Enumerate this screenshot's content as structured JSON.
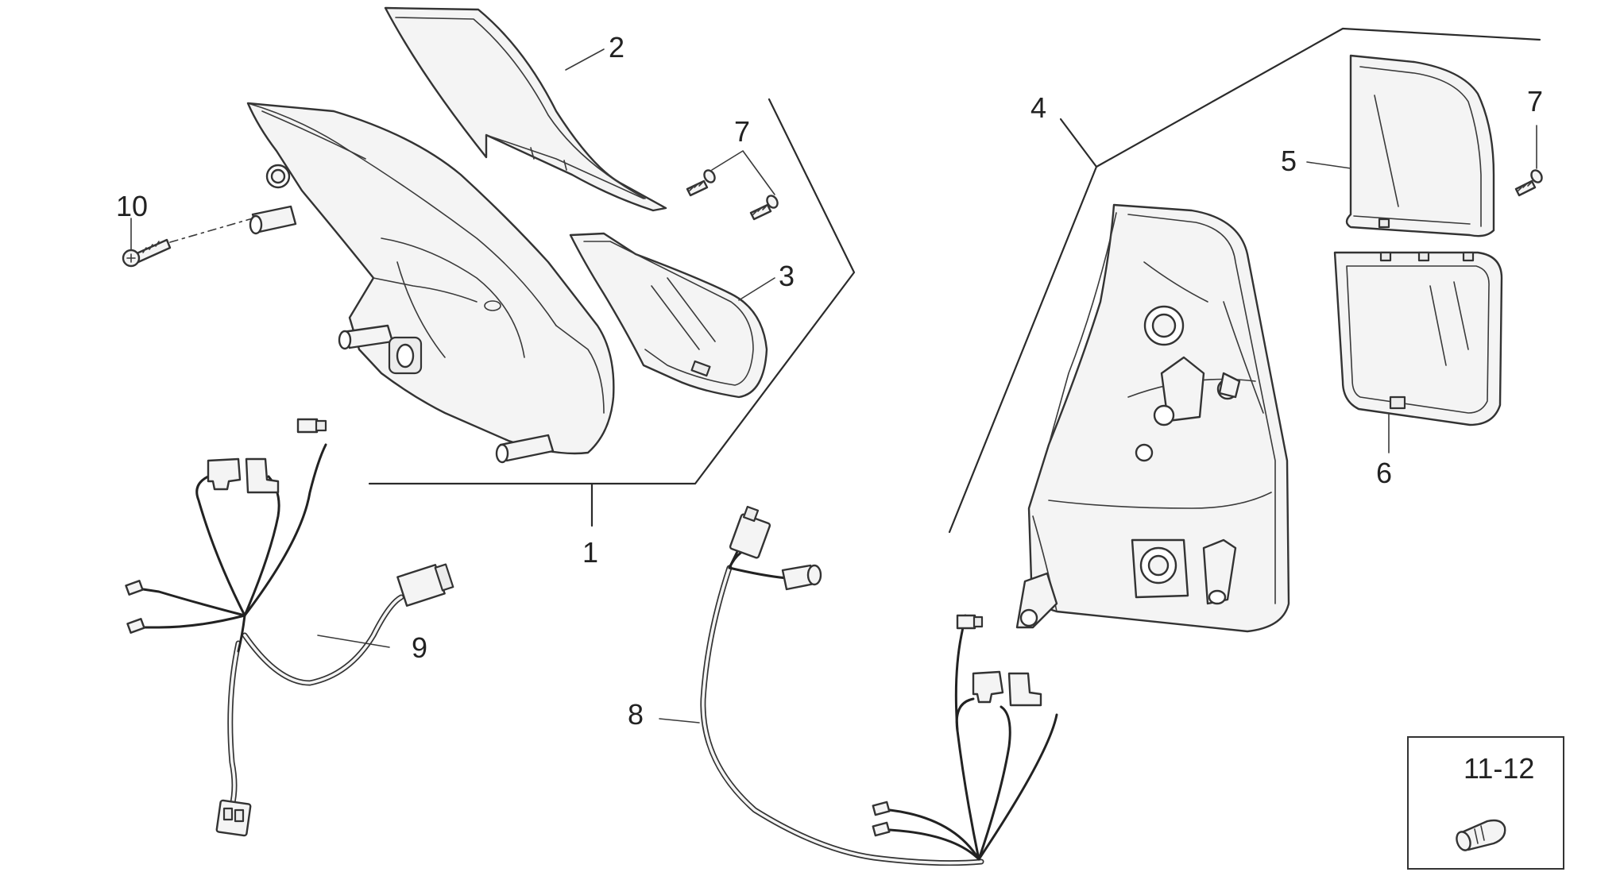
{
  "callouts": {
    "c1": "1",
    "c2": "2",
    "c3": "3",
    "c4": "4",
    "c5": "5",
    "c6": "6",
    "c7a": "7",
    "c7b": "7",
    "c8": "8",
    "c9": "9",
    "c10": "10",
    "c11_12": "11-12"
  }
}
